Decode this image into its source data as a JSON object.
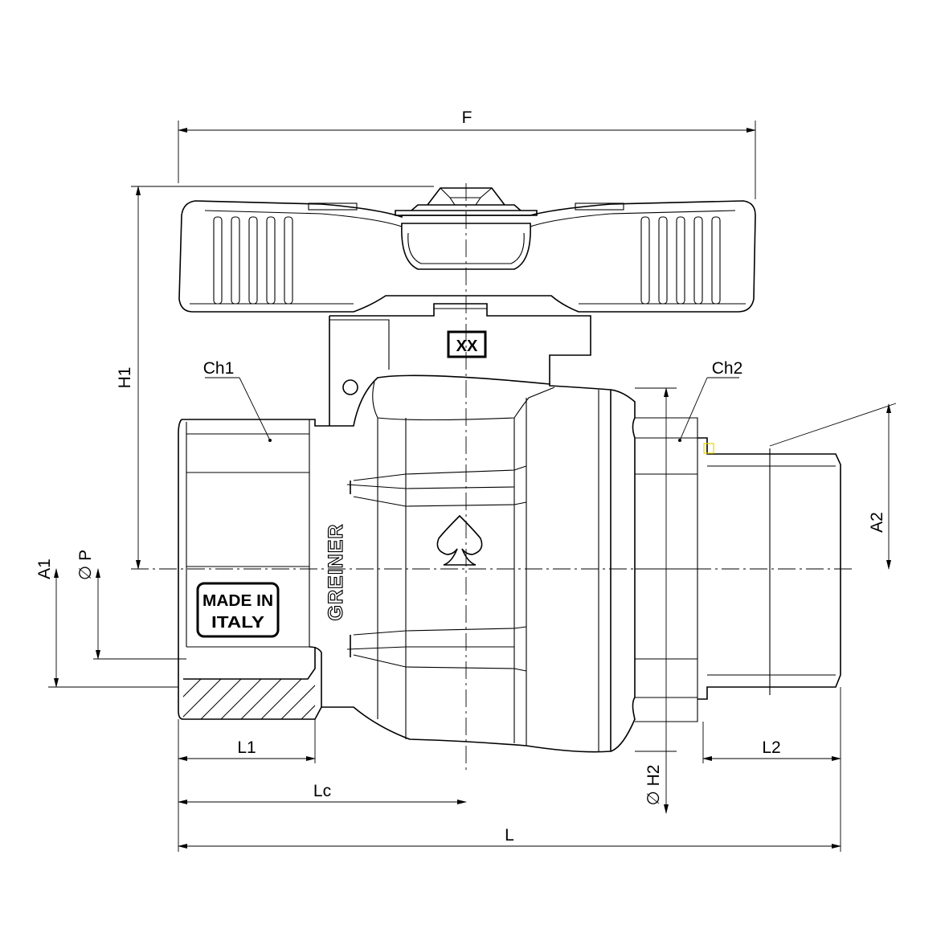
{
  "labels": {
    "F": "F",
    "H1": "H1",
    "Ch1": "Ch1",
    "Ch2": "Ch2",
    "A1": "A1",
    "A2": "A2",
    "P": "∅ P",
    "H2": "∅ H2",
    "L1": "L1",
    "L2": "L2",
    "Lc": "Lc",
    "L": "L"
  },
  "markings": {
    "size_code": "XX",
    "origin_line1": "MADE IN",
    "origin_line2": "ITALY",
    "brand": "GREINER"
  }
}
